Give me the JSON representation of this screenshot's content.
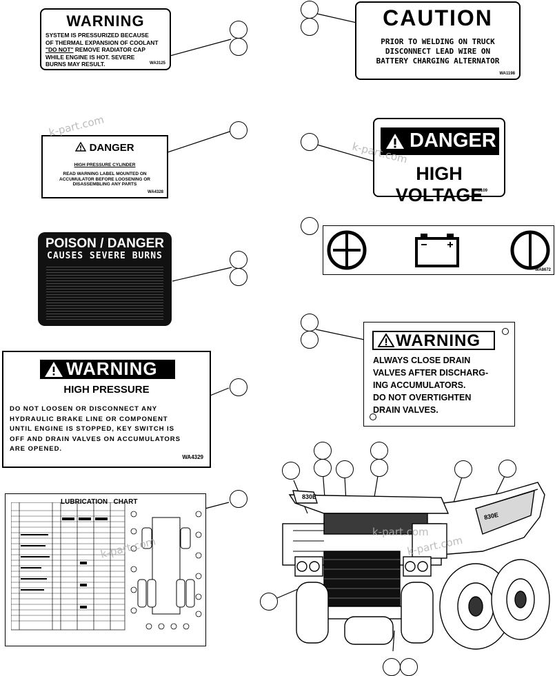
{
  "warning_radiator": {
    "title": "WARNING",
    "line1": "SYSTEM IS PRESSURIZED BECAUSE",
    "line2": "OF THERMAL EXPANSION OF COOLANT",
    "line3_emph": "\"DO NOT\"",
    "line3_rest": " REMOVE RADIATOR CAP",
    "line4": "WHILE ENGINE IS HOT. SEVERE",
    "line5": "BURNS MAY RESULT.",
    "code": "WA3125"
  },
  "caution_welding": {
    "title": "CAUTION",
    "line1": "PRIOR TO WELDING ON TRUCK",
    "line2": "DISCONNECT LEAD WIRE ON",
    "line3": "BATTERY CHARGING ALTERNATOR",
    "code": "WA1198"
  },
  "danger_cylinder": {
    "title": "DANGER",
    "subtitle": "HIGH PRESSURE CYLINDER",
    "line1": "READ WARNING LABEL MOUNTED ON",
    "line2": "ACCUMULATOR BEFORE LOOSENING OR",
    "line3": "DISASSEMBLING ANY PARTS",
    "code": "WA4328"
  },
  "danger_voltage": {
    "title": "DANGER",
    "subtitle": "HIGH VOLTAGE",
    "code": "WA3109"
  },
  "battery_switch": {
    "code": "WA8672"
  },
  "poison_danger": {
    "title": "POISON / DANGER",
    "subtitle": "CAUSES SEVERE BURNS"
  },
  "warning_drain": {
    "title": "WARNING",
    "line1": "ALWAYS CLOSE DRAIN",
    "line2": "VALVES AFTER DISCHARG-",
    "line3": "ING ACCUMULATORS.",
    "line4": "DO NOT OVERTIGHTEN",
    "line5": "DRAIN VALVES."
  },
  "warning_brake": {
    "title": "WARNING",
    "subtitle": "HIGH PRESSURE",
    "line1": "DO NOT LOOSEN OR DISCONNECT ANY",
    "line2": "HYDRAULIC BRAKE LINE OR COMPONENT",
    "line3": "UNTIL ENGINE IS STOPPED, KEY SWITCH IS",
    "line4": "OFF AND DRAIN VALVES ON ACCUMULATORS",
    "line5": "ARE OPENED.",
    "code": "WA4329"
  },
  "lube_chart": {
    "title": "LUBRICATION   CHART"
  },
  "truck": {
    "cab_badge": "830E",
    "body_badge": "830E"
  },
  "watermarks": [
    "k-part.com",
    "k-part.com",
    "k-part.com",
    "k-part.com",
    "k-part.com"
  ]
}
